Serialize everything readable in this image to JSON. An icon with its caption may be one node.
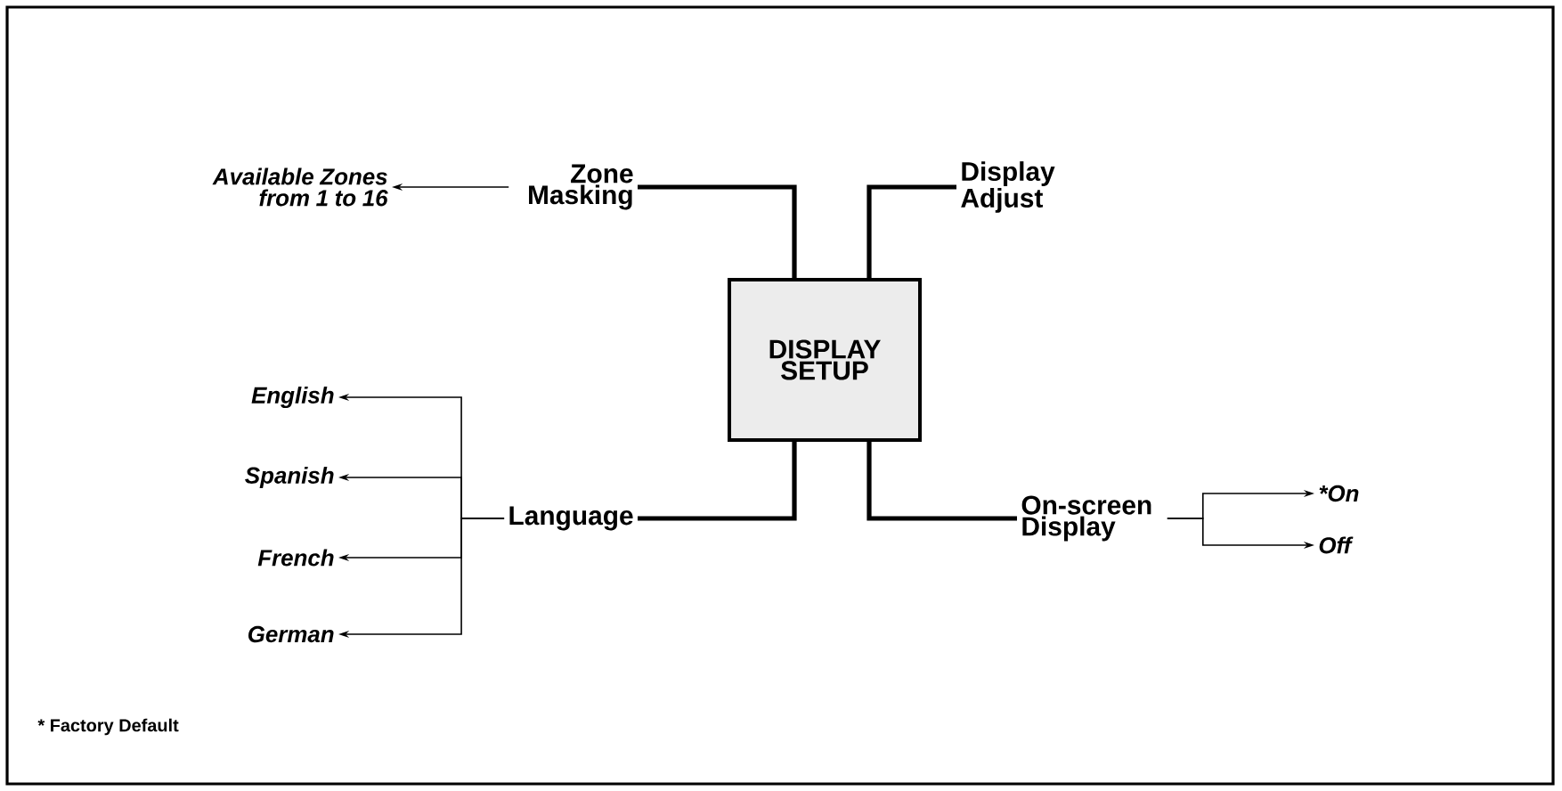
{
  "diagram": {
    "nodes": [
      {
        "text": [
          "DISPLAY SETUP"
        ]
      },
      {
        "text": [
          "Zone Masking"
        ]
      },
      {
        "text": [
          "Display Adjust"
        ]
      },
      {
        "text": [
          "Language"
        ]
      },
      {
        "text": [
          "On-screen Display"
        ]
      },
      {
        "text": [
          "Available Zones from 1 to 16"
        ]
      },
      {
        "text": [
          "English"
        ]
      },
      {
        "text": [
          "Spanish"
        ]
      },
      {
        "text": [
          "French"
        ]
      },
      {
        "text": [
          "German"
        ]
      },
      {
        "text": [
          "*On"
        ]
      },
      {
        "text": [
          "Off"
        ]
      }
    ],
    "edges": [
      {
        "from": 0,
        "to": 1,
        "arrow": "none",
        "style": "thick"
      },
      {
        "from": 0,
        "to": 2,
        "arrow": "none",
        "style": "thick"
      },
      {
        "from": 0,
        "to": 3,
        "arrow": "none",
        "style": "thick"
      },
      {
        "from": 0,
        "to": 4,
        "arrow": "none",
        "style": "thick"
      },
      {
        "from": 1,
        "to": 5,
        "arrow": "to"
      },
      {
        "from": 3,
        "to": 6,
        "arrow": "to"
      },
      {
        "from": 3,
        "to": 7,
        "arrow": "to"
      },
      {
        "from": 3,
        "to": 8,
        "arrow": "to"
      },
      {
        "from": 3,
        "to": 9,
        "arrow": "to"
      },
      {
        "from": 4,
        "to": 10,
        "arrow": "to"
      },
      {
        "from": 4,
        "to": 11,
        "arrow": "to"
      }
    ],
    "labels": [
      "* Factory Default"
    ]
  }
}
